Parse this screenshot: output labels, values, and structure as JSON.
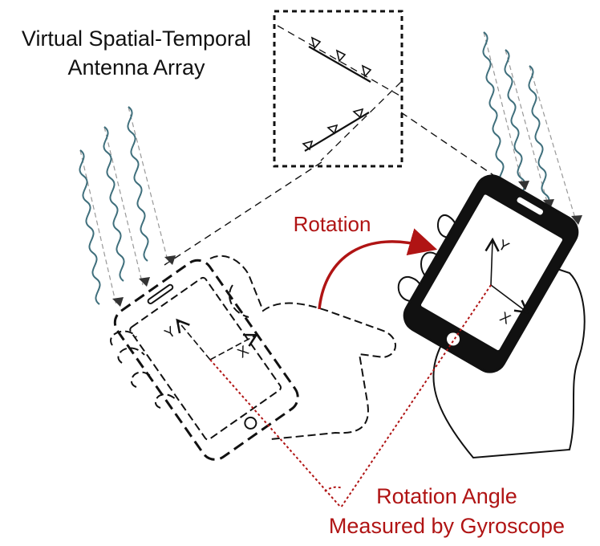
{
  "labels": {
    "array_line1": "Virtual Spatial-Temporal",
    "array_line2": "Antenna Array",
    "rotation": "Rotation",
    "angle_line1": "Rotation Angle",
    "angle_line2": "Measured by Gyroscope"
  },
  "axes": {
    "phone_before": {
      "y": "Y",
      "x": "X"
    },
    "phone_after": {
      "y": "Y",
      "x": "X"
    }
  },
  "colors": {
    "accent_red": "#b01414",
    "wave": "#3f6f7c",
    "ink": "#111111"
  },
  "icons": [
    "antenna-icon",
    "signal-wave-icon",
    "phone-icon",
    "hand-icon",
    "rotation-arrow-icon"
  ]
}
